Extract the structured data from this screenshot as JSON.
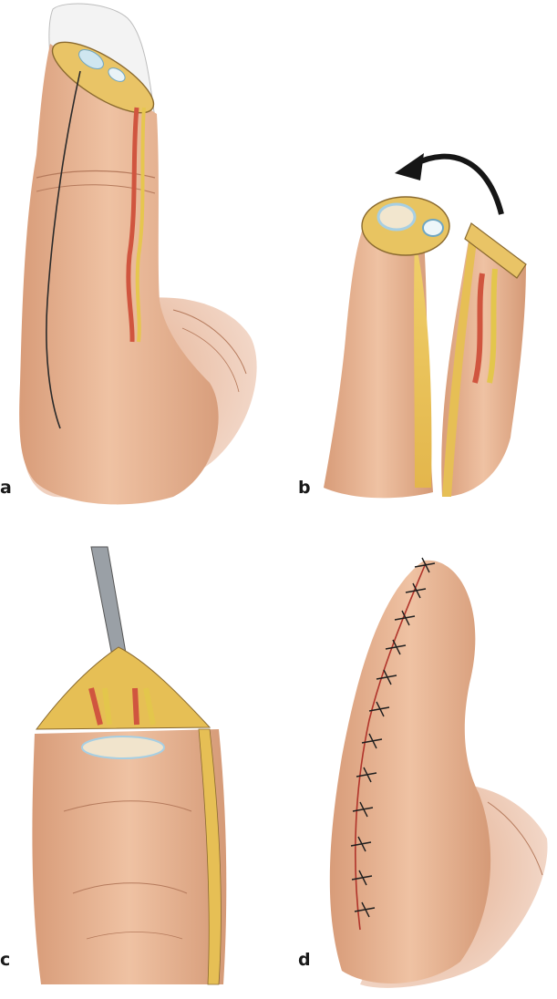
{
  "panels": {
    "a": {
      "label": "a"
    },
    "b": {
      "label": "b"
    },
    "c": {
      "label": "c"
    },
    "d": {
      "label": "d"
    }
  },
  "colors": {
    "skin": "#e8b18f",
    "skin_shadow": "#c98d6c",
    "fat": "#e6c15a",
    "artery": "#d0553f",
    "nerve": "#e3c64c",
    "bone": "#f1e4cc",
    "tendon": "#a9d3e6",
    "suture": "#1e1e1e",
    "incision": "#b0332a"
  }
}
